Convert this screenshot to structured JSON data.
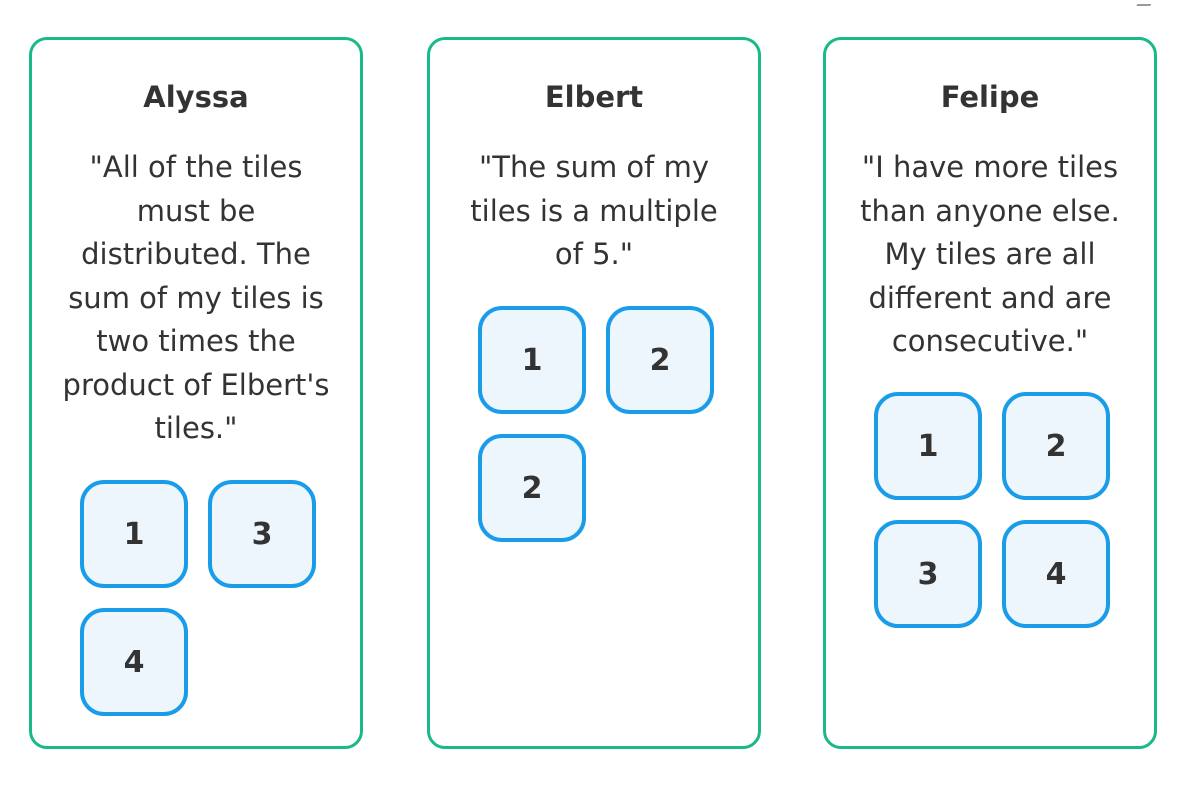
{
  "cards": [
    {
      "name": "Alyssa",
      "quote": "\"All of the tiles must be distributed. The sum of my tiles is two times the product of Elbert's tiles.\"",
      "tiles": [
        "1",
        "3",
        "4"
      ]
    },
    {
      "name": "Elbert",
      "quote": "\"The sum of my tiles is a multiple of 5.\"",
      "tiles": [
        "1",
        "2",
        "2"
      ]
    },
    {
      "name": "Felipe",
      "quote": "\"I have more tiles than anyone else. My tiles are all different and are consecutive.\"",
      "tiles": [
        "1",
        "2",
        "3",
        "4"
      ]
    }
  ],
  "colors": {
    "card_border": "#19b98a",
    "tile_border": "#1a9de6",
    "tile_fill": "#edf6fc",
    "text": "#333333"
  }
}
